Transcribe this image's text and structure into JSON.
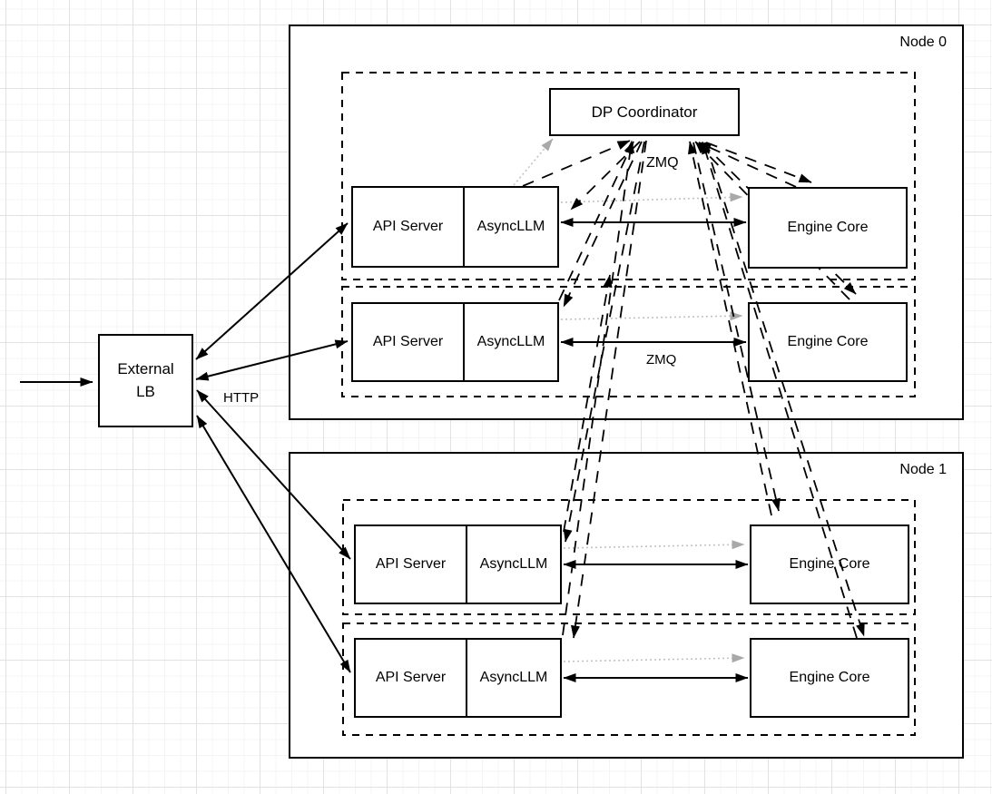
{
  "external_lb": {
    "line1": "External",
    "line2": "LB"
  },
  "dp_coordinator": {
    "label": "DP Coordinator"
  },
  "nodes": [
    {
      "label": "Node 0",
      "rows": [
        {
          "api_server": "API Server",
          "asyncllm": "AsyncLLM",
          "engine_core": "Engine Core"
        },
        {
          "api_server": "API Server",
          "asyncllm": "AsyncLLM",
          "engine_core": "Engine Core"
        }
      ]
    },
    {
      "label": "Node 1",
      "rows": [
        {
          "api_server": "API Server",
          "asyncllm": "AsyncLLM",
          "engine_core": "Engine Core"
        },
        {
          "api_server": "API Server",
          "asyncllm": "AsyncLLM",
          "engine_core": "Engine Core"
        }
      ]
    }
  ],
  "edge_labels": {
    "http": "HTTP",
    "zmq_coordinator": "ZMQ",
    "zmq_engine_link": "ZMQ"
  },
  "connections": [
    {
      "from": "client",
      "to": "external-lb",
      "style": "solid-arrow"
    },
    {
      "from": "external-lb",
      "to": "node0-api-server-0",
      "style": "solid-bidirectional",
      "protocol": "HTTP"
    },
    {
      "from": "external-lb",
      "to": "node0-api-server-1",
      "style": "solid-bidirectional",
      "protocol": "HTTP"
    },
    {
      "from": "external-lb",
      "to": "node1-api-server-0",
      "style": "solid-bidirectional",
      "protocol": "HTTP"
    },
    {
      "from": "external-lb",
      "to": "node1-api-server-1",
      "style": "solid-bidirectional",
      "protocol": "HTTP"
    },
    {
      "from": "asyncllm",
      "to": "engine-core",
      "style": "solid-bidirectional",
      "protocol": "ZMQ",
      "count": 4
    },
    {
      "from": "asyncllm",
      "to": "engine-core",
      "style": "dotted-gray",
      "count": 4
    },
    {
      "from": "node0-asyncllm-0",
      "to": "dp-coordinator",
      "style": "dotted-gray"
    },
    {
      "from": "asyncllm-each",
      "to": "dp-coordinator",
      "style": "dashed-bidirectional",
      "protocol": "ZMQ",
      "count": 4
    },
    {
      "from": "engine-core-each",
      "to": "dp-coordinator",
      "style": "dashed-bidirectional",
      "protocol": "ZMQ",
      "count": 4
    }
  ],
  "colors": {
    "stroke": "#000000",
    "box_fill": "#ffffff",
    "gray_arrow": "#c2c2c2",
    "gray_arrowhead": "#a9a9a9",
    "grid_minor": "#f4f4f4",
    "grid_major": "#e2e2e2"
  }
}
